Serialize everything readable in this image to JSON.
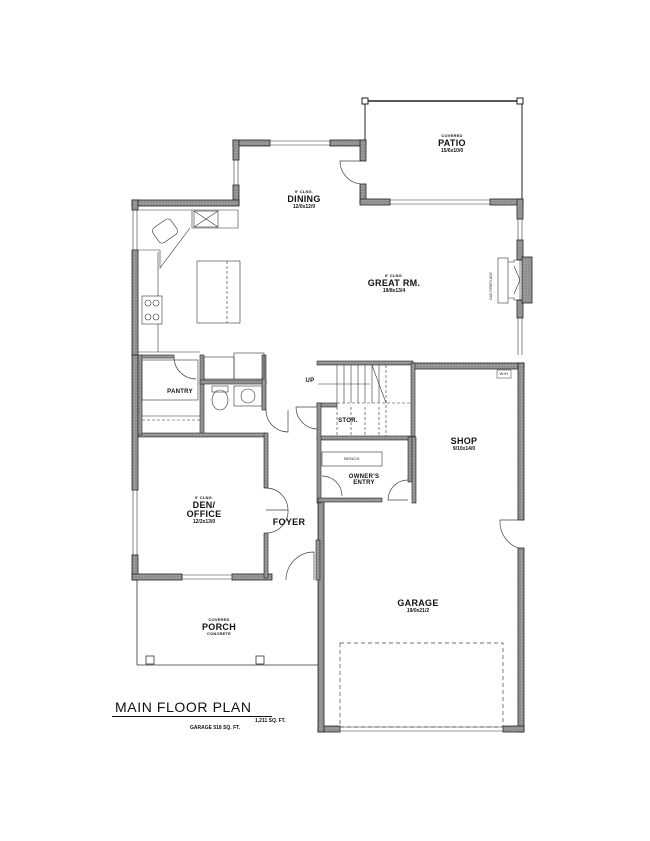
{
  "plan": {
    "title": "MAIN FLOOR PLAN",
    "living_area": "1,211 SQ. FT.",
    "garage_area": "GARAGE 518 SQ. FT."
  },
  "rooms": {
    "patio": {
      "note": "COVERED",
      "name": "PATIO",
      "dim": "15/6x10/0"
    },
    "dining": {
      "note": "9' CLNG.",
      "name": "DINING",
      "dim": "12/0x12/0"
    },
    "great_room": {
      "note": "9' CLNG.",
      "name": "GREAT RM.",
      "dim": "19/8x13/4"
    },
    "fireplace": {
      "name": "GAS FIREPLACE"
    },
    "pantry": {
      "name": "PANTRY"
    },
    "stairs": {
      "name": "UP"
    },
    "storage": {
      "name": "STOR."
    },
    "bench": {
      "name": "BENCH"
    },
    "owners_entry": {
      "name": "OWNER'S ENTRY"
    },
    "shop": {
      "name": "SHOP",
      "dim": "9/10x14/0"
    },
    "den": {
      "note": "9' CLNG.",
      "name": "DEN/",
      "name2": "OFFICE",
      "dim": "12/2x13/0"
    },
    "foyer": {
      "name": "FOYER"
    },
    "porch": {
      "note": "COVERED",
      "name": "PORCH",
      "sub": "CONCRETE"
    },
    "garage": {
      "name": "GARAGE",
      "dim": "19/0x21/2"
    },
    "wh": {
      "name": "W/H"
    }
  }
}
